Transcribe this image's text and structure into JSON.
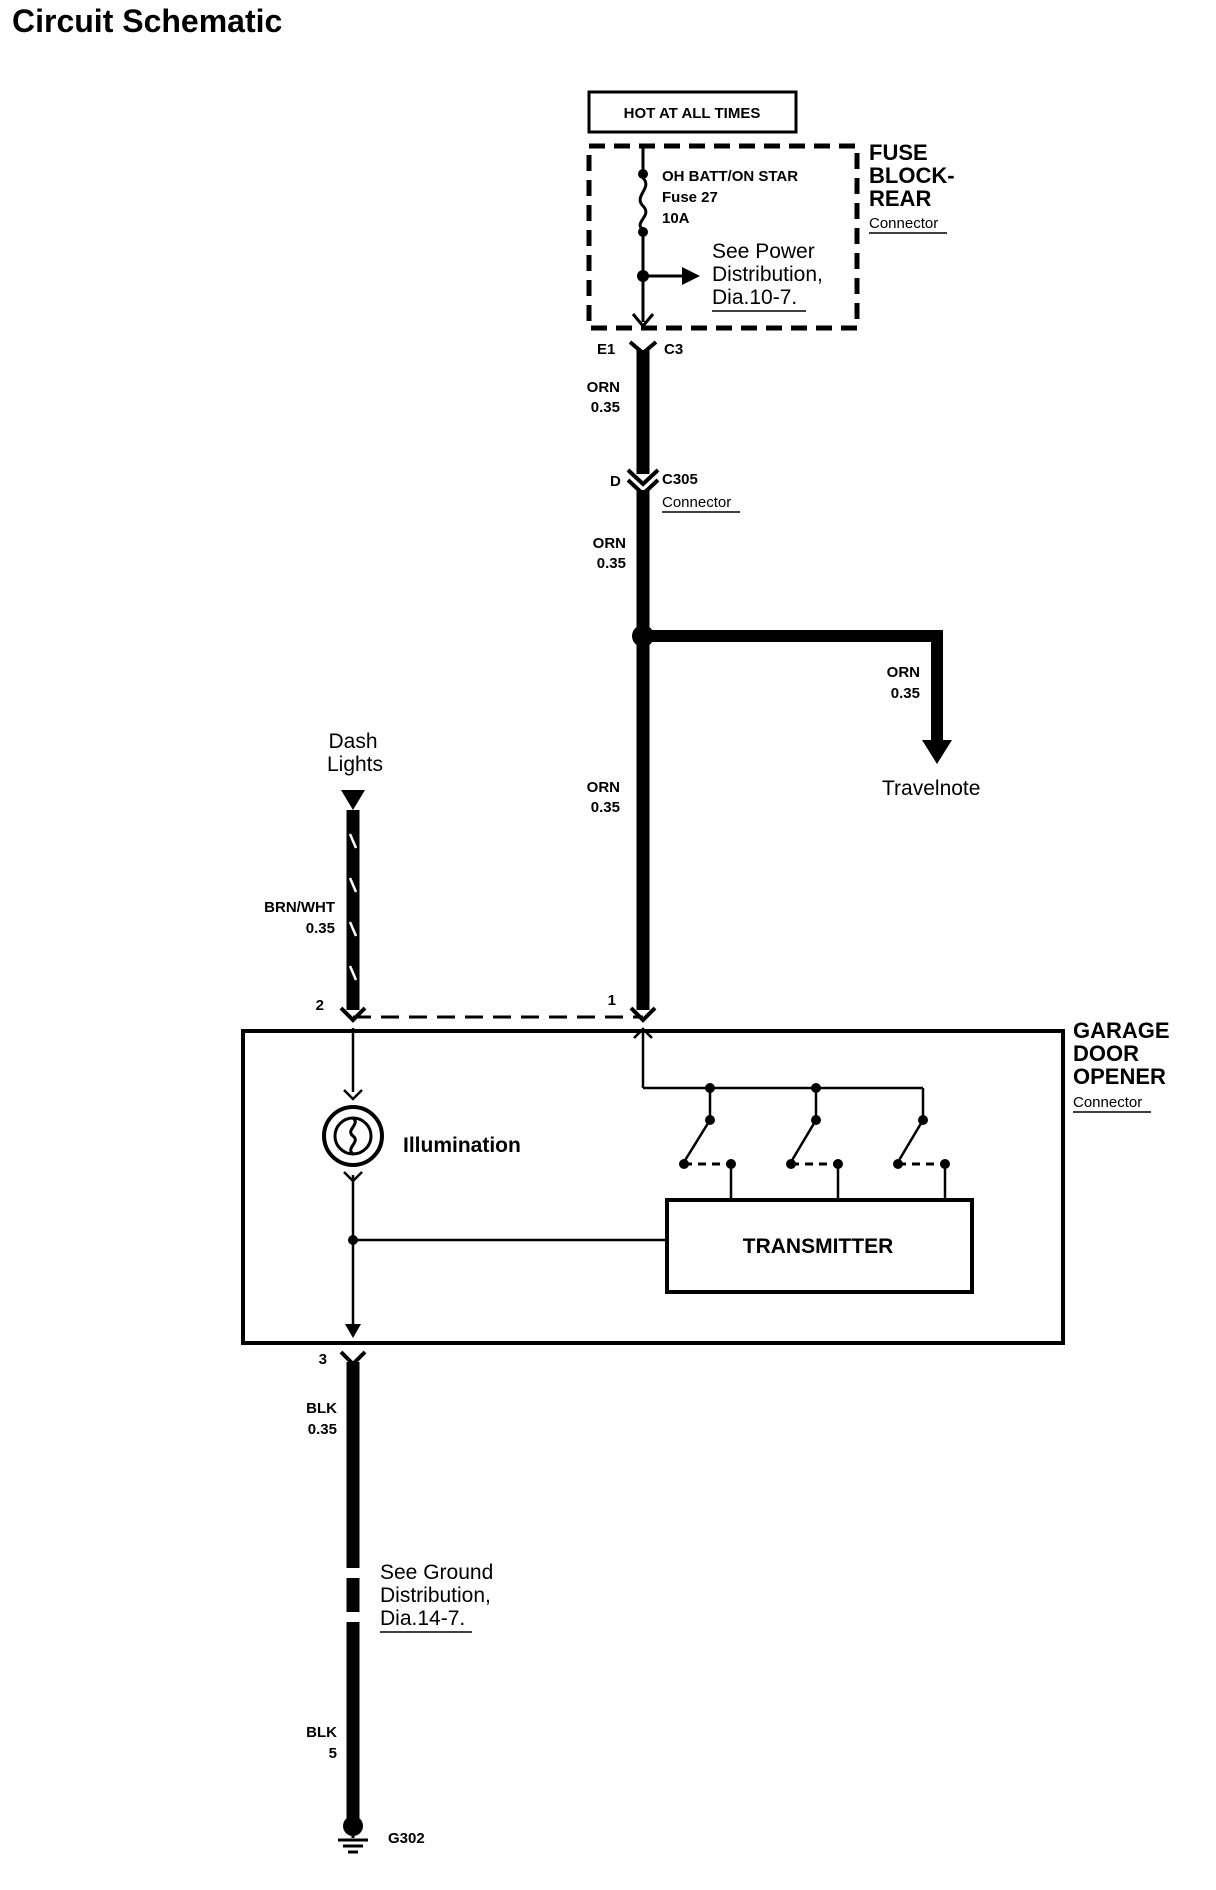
{
  "title": "Circuit Schematic",
  "power": {
    "hot_label": "HOT AT ALL TIMES",
    "fuse_name": "OH BATT/ON STAR",
    "fuse_number": "Fuse 27",
    "fuse_rating": "10A",
    "see_power_1": "See Power",
    "see_power_2": "Distribution,",
    "see_power_3": "Dia.10-7."
  },
  "fuse_block": {
    "name_1": "FUSE",
    "name_2": "BLOCK-",
    "name_3": "REAR",
    "type": "Connector",
    "pin": "E1",
    "connector": "C3"
  },
  "wires": {
    "w1_color": "ORN",
    "w1_size": "0.35",
    "w2_color": "ORN",
    "w2_size": "0.35",
    "w3_color": "ORN",
    "w3_size": "0.35",
    "w4_color": "ORN",
    "w4_size": "0.35",
    "w5_color": "BRN/WHT",
    "w5_size": "0.35",
    "w6_color": "BLK",
    "w6_size": "0.35",
    "w7_color": "BLK",
    "w7_size": "5"
  },
  "c305": {
    "pin": "D",
    "name": "C305",
    "type": "Connector"
  },
  "travelnote": "Travelnote",
  "dash_lights_1": "Dash",
  "dash_lights_2": "Lights",
  "garage": {
    "name_1": "GARAGE",
    "name_2": "DOOR",
    "name_3": "OPENER",
    "type": "Connector",
    "pin1": "1",
    "pin2": "2",
    "pin3": "3",
    "illumination": "Illumination",
    "transmitter": "TRANSMITTER"
  },
  "ground": {
    "see_1": "See Ground",
    "see_2": "Distribution,",
    "see_3": "Dia.14-7.",
    "name": "G302"
  }
}
